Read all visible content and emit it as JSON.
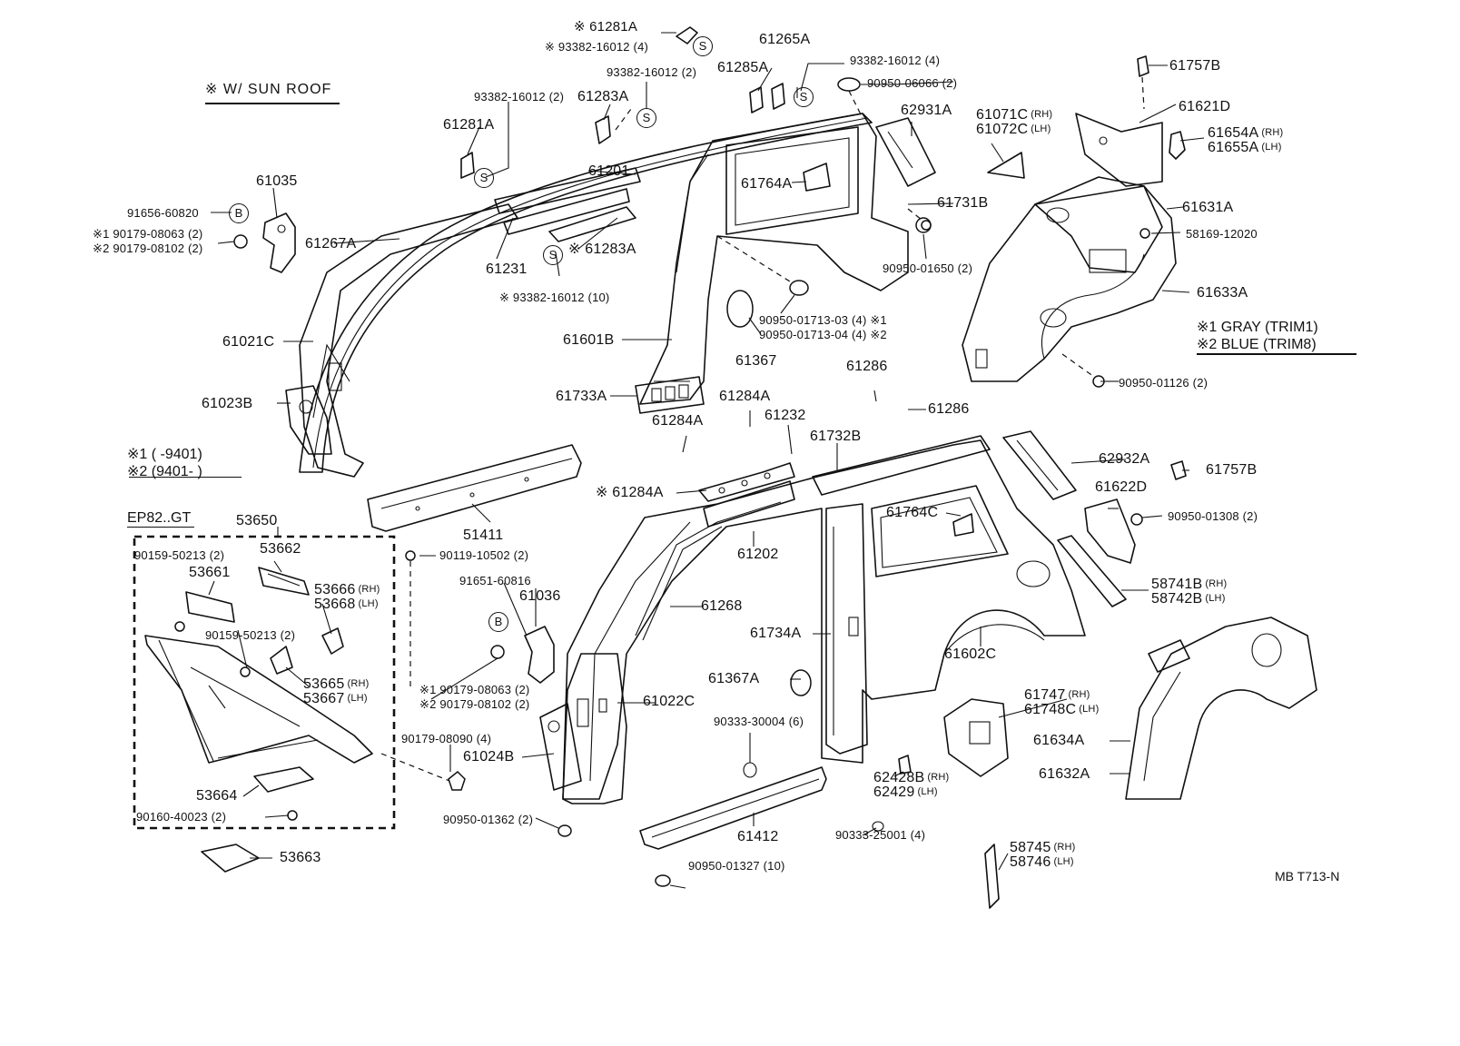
{
  "notes": {
    "sunroof": "※ W/ SUN  ROOF",
    "trim1": "※1 GRAY  (TRIM1)",
    "trim2": "※2 BLUE  (TRIM8)",
    "date1": "※1 (      -9401)",
    "date2": "※2 (9401-      )",
    "ep82": "EP82..GT",
    "code": "MB T713-N"
  },
  "symbols": {
    "s": "S",
    "b": "B"
  },
  "labels": {
    "p61281A_top": "※ 61281A",
    "p93382_top4": "※ 93382-16012 (4)",
    "p61265A": "61265A",
    "p93382_r4": "93382-16012 (4)",
    "p61285A": "61285A",
    "p93382_2a": "93382-16012 (2)",
    "p90950_06066": "90950-06066 (2)",
    "p93382_2b": "93382-16012 (2)",
    "p61283A_top": "61283A",
    "p61281A": "61281A",
    "p62931A": "62931A",
    "p61071C": "61071C",
    "p61072C": "61072C",
    "p61757B_top": "61757B",
    "p61621D": "61621D",
    "p61654A": "61654A",
    "p61655A": "61655A",
    "p61201": "61201",
    "p61035": "61035",
    "p91656": "91656-60820",
    "p90179_063": "※1 90179-08063 (2)",
    "p90179_102": "※2 90179-08102 (2)",
    "p61267A": "61267A",
    "p61231": "61231",
    "p61283A_mid": "※ 61283A",
    "p93382_10": "※ 93382-16012 (10)",
    "p61764A": "61764A",
    "p61731B": "61731B",
    "p90950_01650": "90950-01650 (2)",
    "p61631A": "61631A",
    "p58169": "58169-12020",
    "p61633A": "61633A",
    "p90950_03": "90950-01713-03 (4) ※1",
    "p90950_04": "90950-01713-04 (4) ※2",
    "p61367": "61367",
    "p61601B": "61601B",
    "p61021C": "61021C",
    "p61023B": "61023B",
    "p61733A": "61733A",
    "p61286a": "61286",
    "p61286b": "61286",
    "p90950_01126": "90950-01126 (2)",
    "p61284A_a": "61284A",
    "p61284A_b": "61284A",
    "p61232": "61232",
    "p61732B": "61732B",
    "p62932A": "62932A",
    "p61757B_mid": "61757B",
    "p61622D": "61622D",
    "p90950_01308": "90950-01308 (2)",
    "p61284A_c": "※ 61284A",
    "p61764C": "61764C",
    "p53650": "53650",
    "p53662": "53662",
    "p90159_a": "90159-50213 (2)",
    "p53661": "53661",
    "p53666": "53666",
    "p53668": "53668",
    "p90159_b": "90159-50213 (2)",
    "p53665": "53665",
    "p53667": "53667",
    "p51411": "51411",
    "p90119": "90119-10502 (2)",
    "p61202": "61202",
    "p91651": "91651-60816",
    "p61036": "61036",
    "p61268": "61268",
    "p58741B": "58741B",
    "p58742B": "58742B",
    "p61734A": "61734A",
    "p61602C": "61602C",
    "p90179_063b": "※1 90179-08063 (2)",
    "p90179_102b": "※2 90179-08102 (2)",
    "p61367A": "61367A",
    "p61022C": "61022C",
    "p61747": "61747",
    "p61748C": "61748C",
    "p90179_090": "90179-08090 (4)",
    "p90333_30004": "90333-30004 (6)",
    "p61024B": "61024B",
    "p62428B": "62428B",
    "p62429": "62429",
    "p61634A": "61634A",
    "p61632A": "61632A",
    "p53664": "53664",
    "p90160": "90160-40023 (2)",
    "p90950_01362": "90950-01362 (2)",
    "p61412": "61412",
    "p90333_25001": "90333-25001 (4)",
    "p58745": "58745",
    "p58746": "58746",
    "p53663": "53663",
    "p90950_01327": "90950-01327 (10)"
  },
  "tags": {
    "rh": "(RH)",
    "lh": "(LH)"
  }
}
